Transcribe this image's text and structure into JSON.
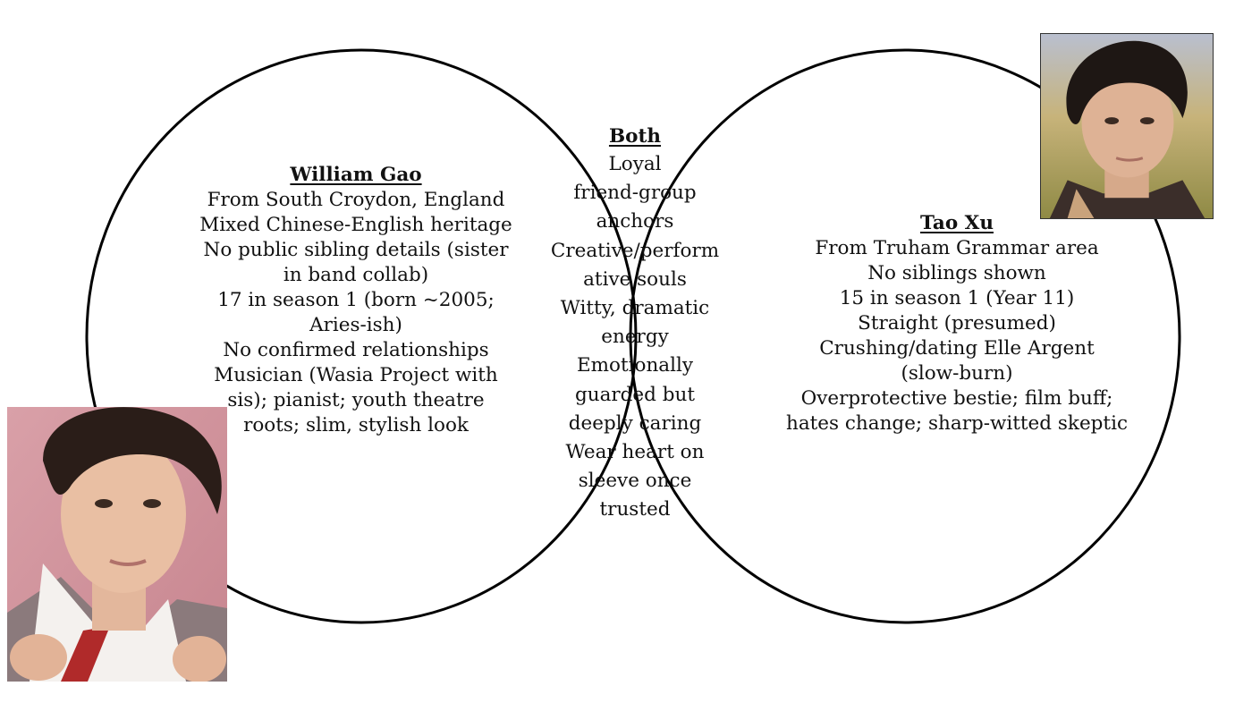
{
  "left": {
    "title": "William Gao",
    "lines": [
      "From South Croydon, England",
      "Mixed Chinese-English heritage",
      "No public sibling details (sister",
      "in band collab)",
      "17 in season 1 (born ~2005;",
      "Aries-ish)",
      "No confirmed relationships",
      "Musician (Wasia Project with",
      "sis); pianist; youth theatre",
      "roots; slim, stylish look"
    ]
  },
  "middle": {
    "title": "Both",
    "lines": [
      "Loyal",
      "friend-group",
      "anchors",
      "Creative/perform",
      "ative souls",
      "Witty, dramatic",
      "energy",
      "Emotionally",
      "guarded but",
      "deeply caring",
      "Wear heart on",
      "sleeve once",
      "trusted"
    ]
  },
  "right": {
    "title": "Tao Xu",
    "lines": [
      "From Truham Grammar area",
      "No siblings shown",
      "15 in season 1 (Year 11)",
      "Straight (presumed)",
      "Crushing/dating Elle Argent",
      "(slow-burn)",
      "Overprotective bestie; film buff;",
      "hates change; sharp-witted skeptic"
    ]
  },
  "colors": {
    "circle_stroke": "#000000",
    "text": "#111111",
    "background": "#ffffff"
  }
}
